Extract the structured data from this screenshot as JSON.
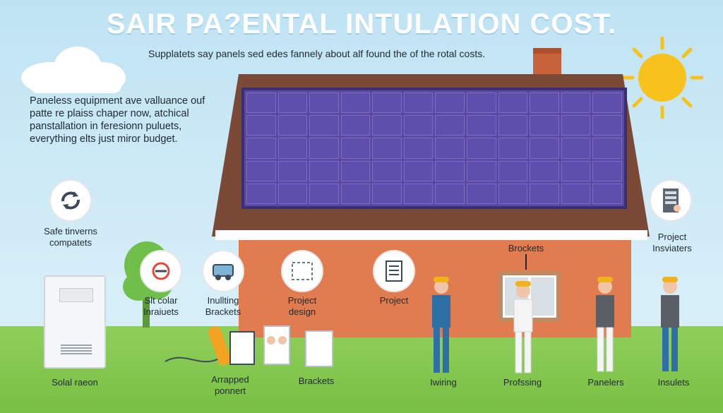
{
  "header": {
    "title": "SAIR PA?ENTAL INTULATION COST.",
    "subtitle": "Supplatets say panels sed edes fannely about alf found the of the rotal costs."
  },
  "intro_text": "Paneless equipment ave valluance ouf\npatte re plaiss chaper now, atchical\npanstallation in feresionn puluets,\neverything elts just miror budget.",
  "left_icon": {
    "label": "Safe tinverns\ncompatets",
    "icon": "recycle-icon"
  },
  "right_icon": {
    "label": "Project\nInsviaters",
    "icon": "server-rack-icon"
  },
  "row_icons": [
    {
      "label": "Slt colar\nInraiuets",
      "icon": "cable-icon"
    },
    {
      "label": "Inullting\nBrackets",
      "icon": "truck-icon"
    },
    {
      "label": "Project\ndesign",
      "icon": "blueprint-icon"
    },
    {
      "label": "Project",
      "icon": "document-icon"
    }
  ],
  "house_label": "Brockets",
  "bottom_labels": {
    "inverter": "Solal raeon",
    "equipment": "Arrapped\nponnert",
    "brackets": "Brackets",
    "wiring": "Iwiring",
    "professing": "Profssing",
    "panelers": "Panelers",
    "insulets": "Insulets"
  },
  "colors": {
    "sky": "#c8e8f6",
    "panel": "#5e4fad",
    "wall": "#e07c4f",
    "roof": "#7a4a36",
    "grass": "#86c74f",
    "sun": "#f7c21c"
  }
}
